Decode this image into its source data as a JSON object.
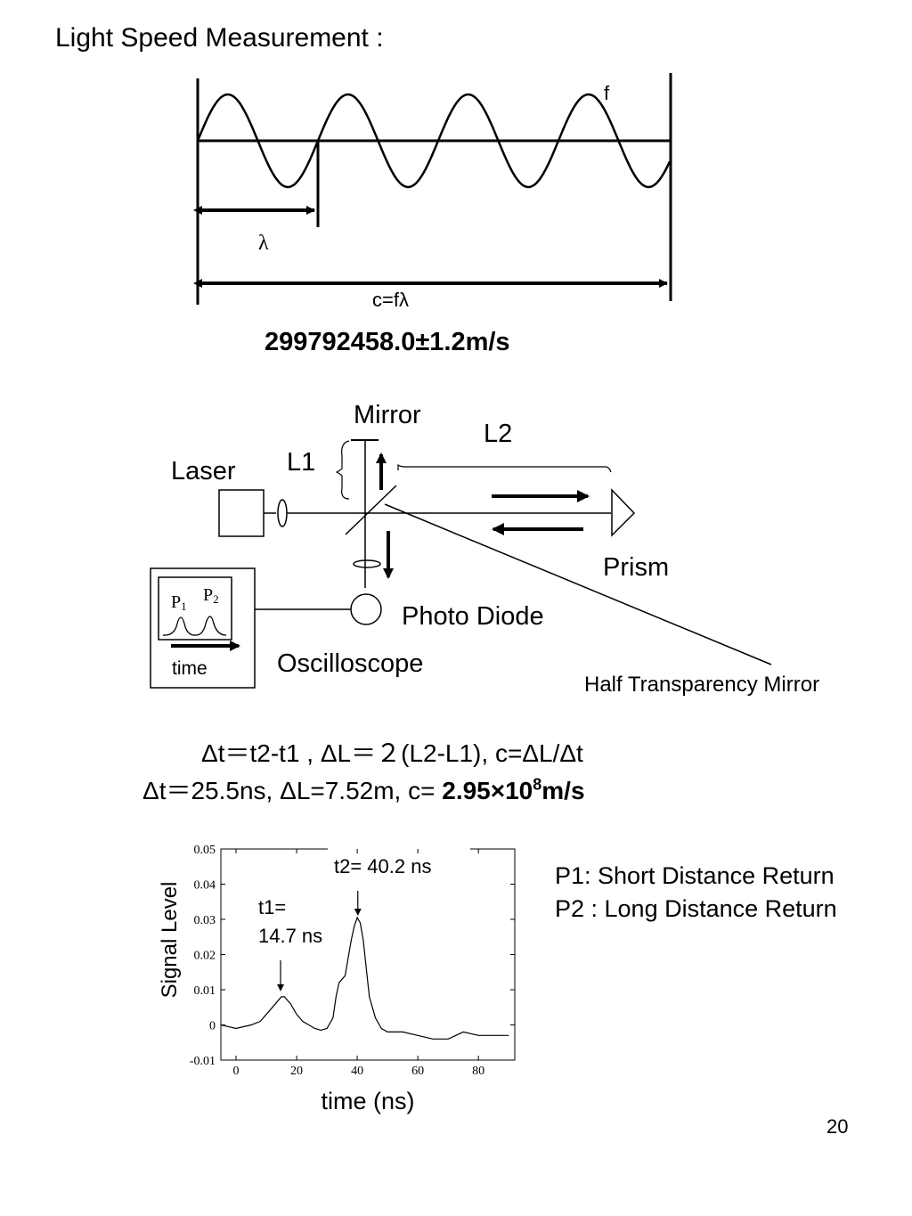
{
  "title": "Light Speed Measurement :",
  "wave": {
    "freq_label": "f",
    "wavelength_label": "λ",
    "relation_label": "c=fλ"
  },
  "measured_speed": "299792458.0±1.2m/s",
  "setup": {
    "mirror": "Mirror",
    "laser": "Laser",
    "l1": "L1",
    "l2": "L2",
    "prism": "Prism",
    "photo_diode": "Photo Diode",
    "oscilloscope": "Oscilloscope",
    "half_mirror": "Half Transparency Mirror",
    "scope_p1": "P",
    "scope_p1_sub": "1",
    "scope_p2": "P",
    "scope_p2_sub": "2",
    "scope_time": "time"
  },
  "formula": {
    "line1": "Δt＝t2-t1 , ΔL＝２(L2-L1), c=ΔL/Δt",
    "line2_prefix": "Δt＝25.5ns, ΔL=7.52m, c= ",
    "line2_value": "2.95×10",
    "line2_exp": "8",
    "line2_unit": "m/s"
  },
  "chart_data": {
    "type": "line",
    "xlabel": "time (ns)",
    "ylabel": "Signal Level",
    "xlim": [
      -5,
      92
    ],
    "ylim": [
      -0.01,
      0.05
    ],
    "xticks": [
      "0",
      "20",
      "40",
      "60",
      "80"
    ],
    "yticks": [
      "0.05",
      "0.04",
      "0.03",
      "0.02",
      "0.01",
      "0",
      "-0.01"
    ],
    "series": [
      {
        "x": [
          -5,
          0,
          5,
          8,
          10,
          12,
          14,
          15,
          16,
          18,
          20,
          22,
          24,
          26,
          28,
          30,
          32,
          33,
          34,
          36,
          38,
          39,
          40,
          41,
          42,
          43,
          44,
          46,
          48,
          50,
          55,
          60,
          65,
          70,
          75,
          80,
          85,
          90
        ],
        "values": [
          0.0,
          -0.001,
          0.0,
          0.001,
          0.003,
          0.005,
          0.007,
          0.008,
          0.008,
          0.006,
          0.003,
          0.001,
          0.0,
          -0.001,
          -0.0015,
          -0.001,
          0.002,
          0.008,
          0.012,
          0.014,
          0.024,
          0.028,
          0.0305,
          0.029,
          0.024,
          0.016,
          0.008,
          0.002,
          -0.001,
          -0.002,
          -0.002,
          -0.003,
          -0.004,
          -0.004,
          -0.002,
          -0.003,
          -0.003,
          -0.003
        ]
      }
    ],
    "annotations": [
      {
        "text1": "t1=",
        "text2": "14.7 ns",
        "x": 14.7,
        "y": 0.008
      },
      {
        "text1": "t2= 40.2 ns",
        "x": 40.2,
        "y": 0.0305
      }
    ]
  },
  "legend_notes": [
    "P1: Short Distance Return",
    "P2 : Long Distance Return"
  ],
  "page_number": "20"
}
